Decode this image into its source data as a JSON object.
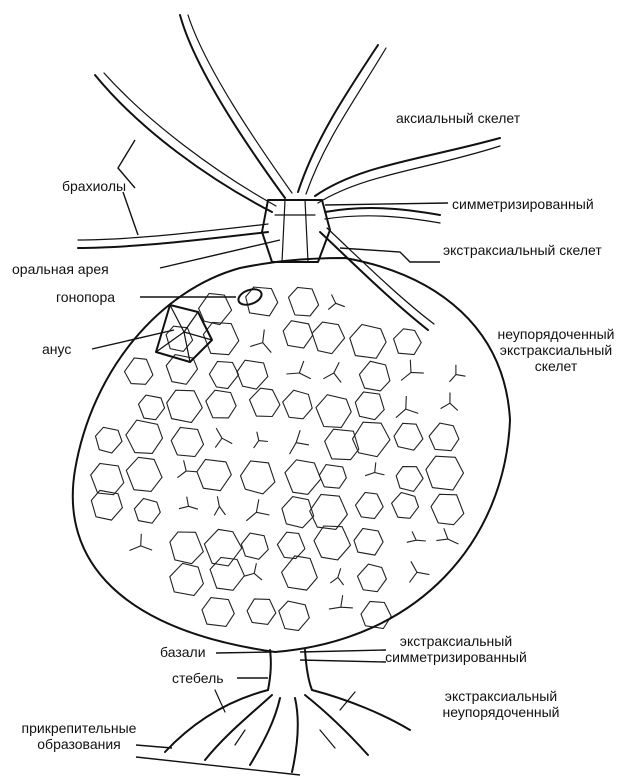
{
  "labels": {
    "axial_skeleton": "аксиальный скелет",
    "brachioles": "брахиолы",
    "symmetrized": "симметризированный",
    "extraxial_skeleton": "экстраксиальный скелет",
    "oral_area": "оральная арея",
    "gonopore": "гонопора",
    "anus": "анус",
    "disordered_extraxial_skeleton": "неупорядоченный экстраксиальный скелет",
    "basals": "базали",
    "extraxial_symmetrized": "экстраксиальный симметризированный",
    "stem": "стебель",
    "extraxial_disordered": "экстраксиальный неупорядоченный",
    "holdfast": "прикрепительные образования"
  }
}
